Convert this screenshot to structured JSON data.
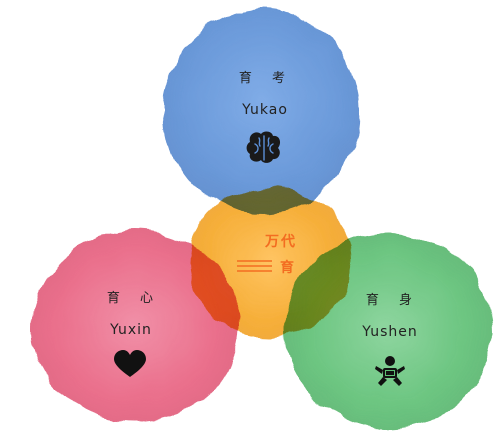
{
  "circles": {
    "top": {
      "cn_label": "育 考",
      "en_label": "Yukao",
      "icon": "brain-icon",
      "color": "#5b8fd6"
    },
    "left": {
      "cn_label": "育 心",
      "en_label": "Yuxin",
      "icon": "heart-icon",
      "color": "#e8607f"
    },
    "right": {
      "cn_label": "育 身",
      "en_label": "Yushen",
      "icon": "baby-icon",
      "color": "#5cbf73"
    },
    "center": {
      "logo_line1": "万代",
      "logo_line2": "育",
      "color": "#f5a623",
      "logo_color": "#f36d21"
    }
  }
}
